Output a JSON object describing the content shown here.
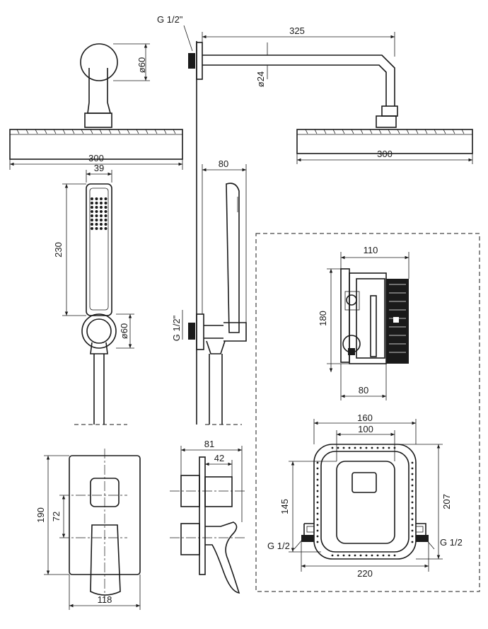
{
  "labels": {
    "g_head": "G 1/2\"",
    "d_arm_flange": "ø60",
    "arm_length": "325",
    "d_arm": "ø24",
    "head_width_front": "300",
    "head_width_side": "300",
    "hand_width": "39",
    "hand_length": "230",
    "d_holder": "ø60",
    "hand_depth": "80",
    "g_outlet": "G 1/2\"",
    "box_width": "110",
    "box_height": "180",
    "box_depth": "80",
    "frame_outer": "160",
    "frame_inner": "100",
    "frame_h_inner": "145",
    "frame_h_outer": "207",
    "g_left": "G 1/2",
    "g_right": "G 1/2",
    "frame_overall": "220",
    "plate_height": "190",
    "plate_axis": "72",
    "plate_width": "118",
    "mixer_depth": "81",
    "mixer_knob": "42"
  }
}
